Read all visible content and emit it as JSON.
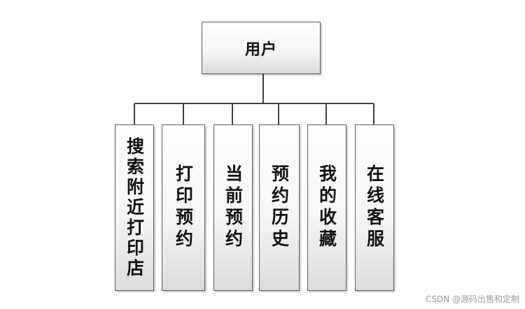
{
  "diagram": {
    "root": {
      "label": "用户"
    },
    "children": [
      {
        "label": "搜索附近打印店"
      },
      {
        "label": "打印预约"
      },
      {
        "label": "当前预约"
      },
      {
        "label": "预约历史"
      },
      {
        "label": "我的收藏"
      },
      {
        "label": "在线客服"
      }
    ]
  },
  "watermark": "CSDN @源码出售和定制",
  "colors": {
    "border": "#5a5a5a",
    "connector": "#404040",
    "box_fill_top": "#ffffff",
    "box_fill_bottom": "#dcdcdc"
  }
}
